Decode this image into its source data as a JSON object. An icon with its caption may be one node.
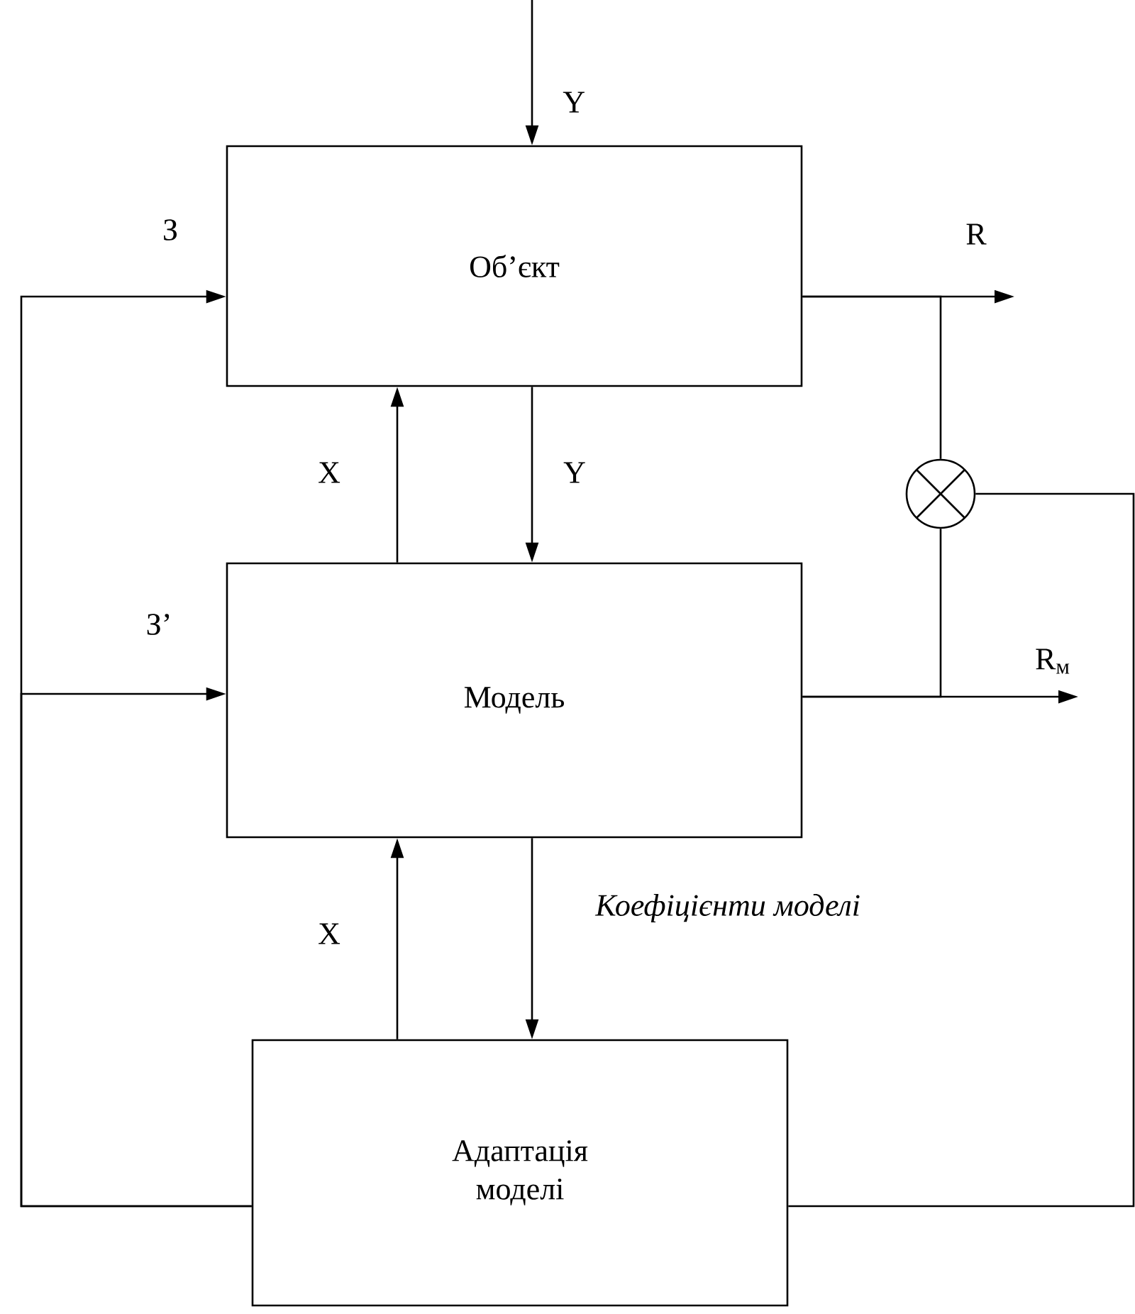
{
  "diagram": {
    "nodes": [
      {
        "text": [
          "Об’єкт"
        ]
      },
      {
        "text": [
          "Модель"
        ]
      },
      {
        "text": [
          "Адаптація моделі"
        ]
      },
      {
        "text": [],
        "shape": "circle"
      }
    ],
    "edges": [
      {
        "from": null,
        "to": 0,
        "arrow": "to",
        "label": "Y"
      },
      {
        "from": 2,
        "to": 0,
        "arrow": "to",
        "label": "З"
      },
      {
        "from": 2,
        "to": 1,
        "arrow": "to",
        "label": "З’"
      },
      {
        "from": 0,
        "to": null,
        "arrow": "to",
        "label": "R"
      },
      {
        "from": 0,
        "to": 3,
        "arrow": "none"
      },
      {
        "from": 1,
        "to": null,
        "arrow": "to",
        "label": "R$_{м}$"
      },
      {
        "from": 1,
        "to": 3,
        "arrow": "none"
      },
      {
        "from": 1,
        "to": 0,
        "arrow": "to",
        "label": "X"
      },
      {
        "from": 0,
        "to": 1,
        "arrow": "to",
        "label": "Y"
      },
      {
        "from": 2,
        "to": 1,
        "arrow": "to",
        "label": "X"
      },
      {
        "from": 1,
        "to": 2,
        "arrow": "to",
        "label": "Коефіцієнти моделі"
      },
      {
        "from": 3,
        "to": 2,
        "arrow": "none"
      }
    ]
  }
}
